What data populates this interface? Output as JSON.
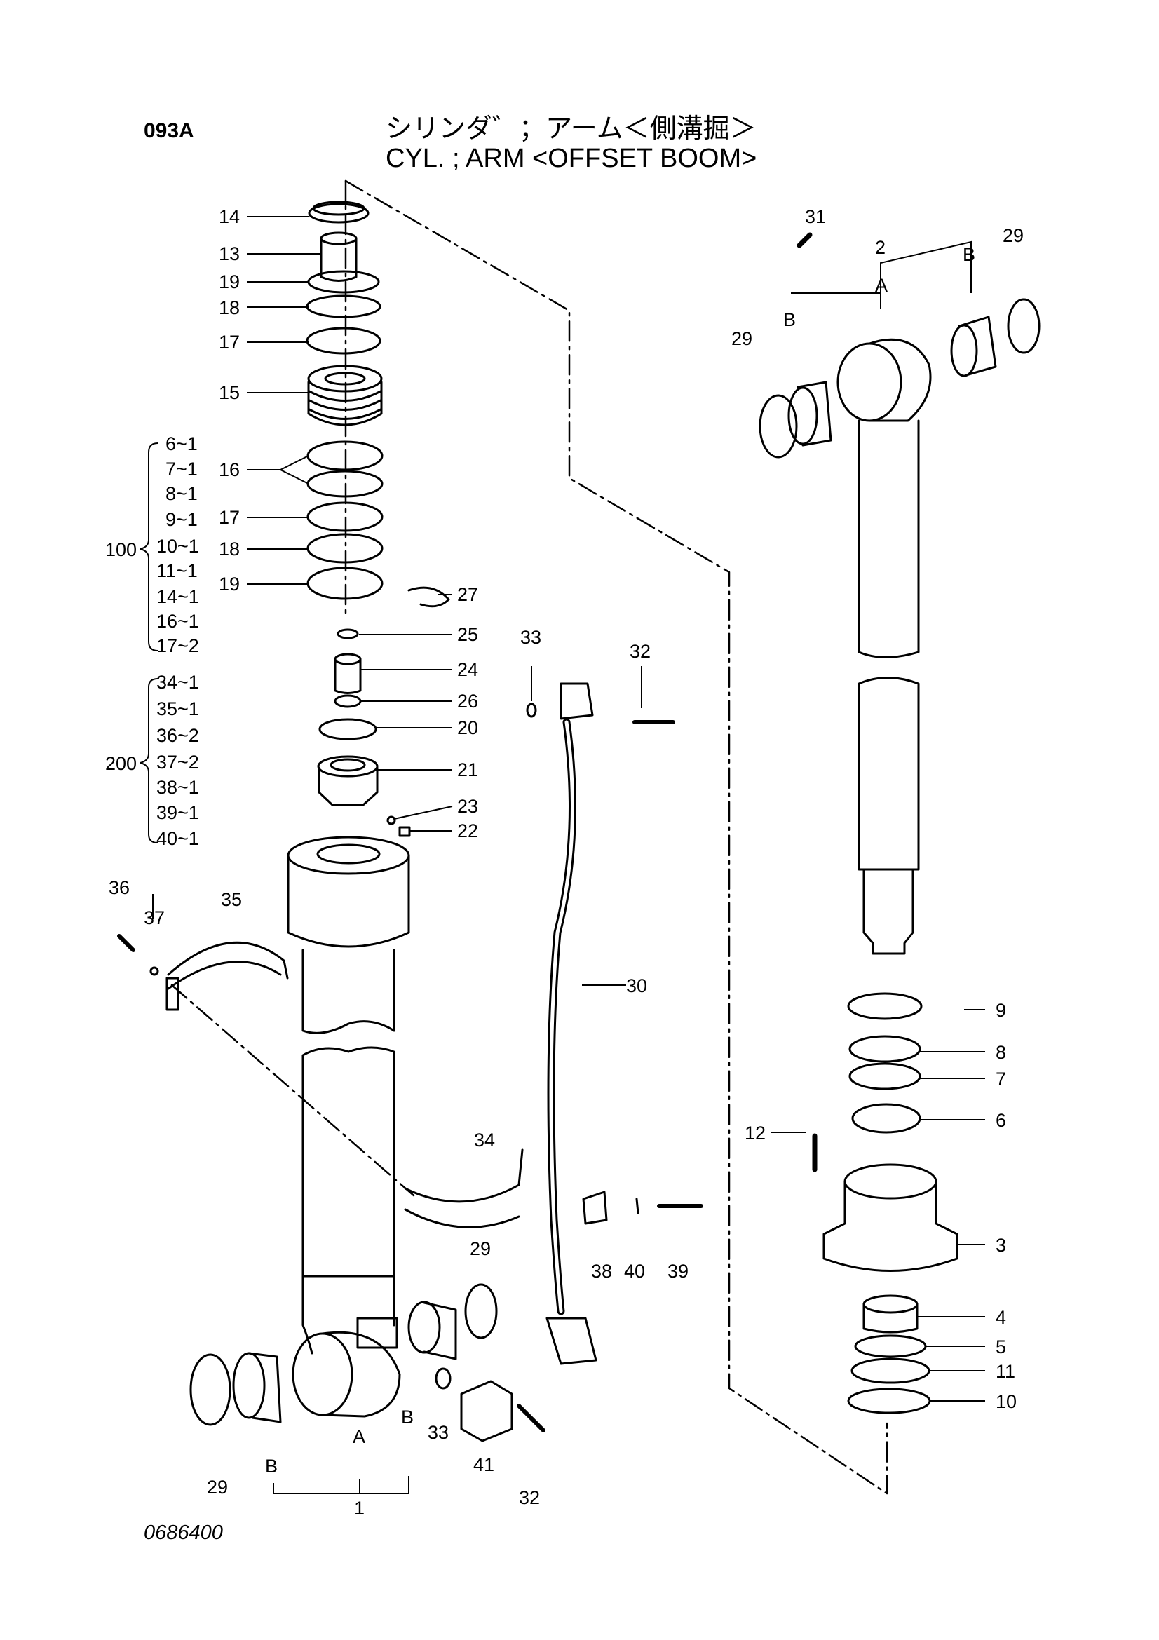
{
  "header": {
    "code": "093A",
    "title_jp": "シリンダ゛；アーム＜側溝掘＞",
    "title_en": "CYL. ; ARM <OFFSET BOOM>"
  },
  "footer": {
    "drawing_number": "0686400"
  },
  "groups": [
    {
      "label": "100",
      "items": [
        "6~1",
        "7~1",
        "8~1",
        "9~1",
        "10~1",
        "11~1",
        "14~1",
        "16~1",
        "17~2"
      ]
    },
    {
      "label": "200",
      "items": [
        "34~1",
        "35~1",
        "36~2",
        "37~2",
        "38~1",
        "39~1",
        "40~1"
      ]
    }
  ],
  "callouts": {
    "stack_left": [
      "14",
      "13",
      "19",
      "18",
      "17",
      "15",
      "16",
      "17",
      "18",
      "19"
    ],
    "stack_mid": [
      "27",
      "25",
      "24",
      "26",
      "20",
      "21",
      "23",
      "22"
    ],
    "clamp": [
      "36",
      "37",
      "35",
      "34",
      "38",
      "40",
      "39"
    ],
    "pipe": [
      "33",
      "32",
      "30"
    ],
    "tube_bottom": [
      "29",
      "29",
      "33",
      "41",
      "32",
      "1",
      "A",
      "B",
      "B"
    ],
    "rod_top": [
      "31",
      "2",
      "A",
      "B",
      "B",
      "29",
      "29"
    ],
    "head_parts": [
      "9",
      "8",
      "7",
      "6",
      "12",
      "3",
      "4",
      "5",
      "11",
      "10"
    ]
  }
}
